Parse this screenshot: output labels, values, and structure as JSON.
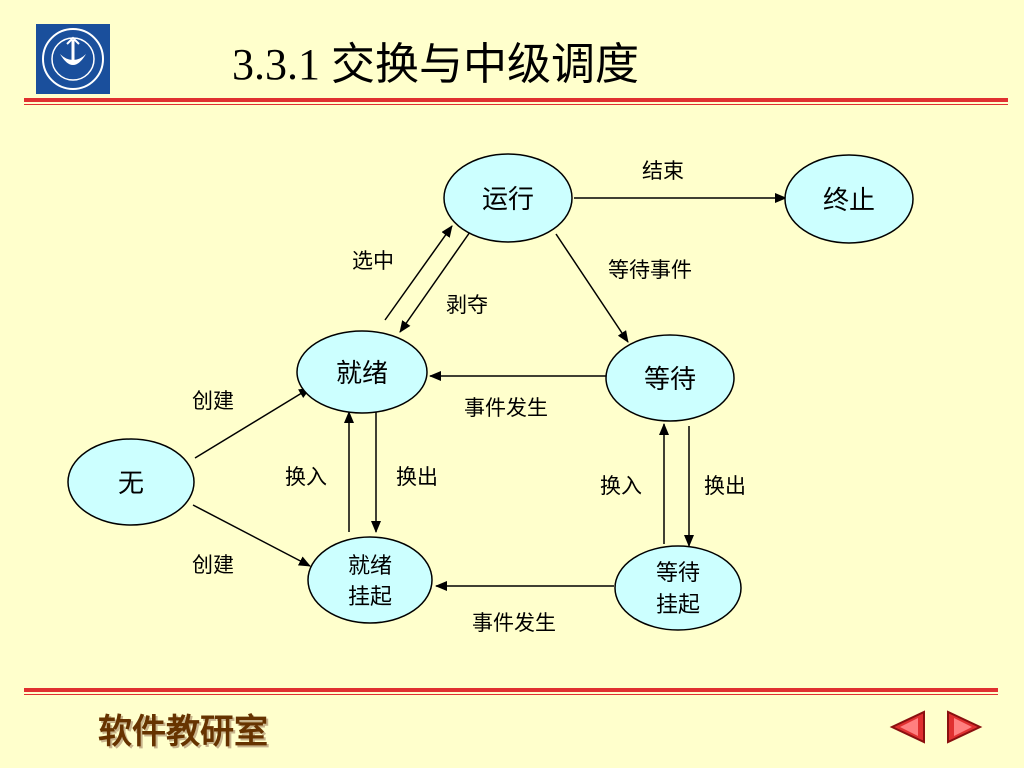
{
  "slide": {
    "title_num": "3.3.1",
    "title_text": "交换与中级调度",
    "footer": "软件教研室"
  },
  "colors": {
    "background": "#ffffcc",
    "node_fill": "#ccffff",
    "rule": "#e03030",
    "footer_text": "#663300",
    "nav_arrow": "#e03030"
  },
  "nodes": {
    "running": "运行",
    "terminated": "终止",
    "ready": "就绪",
    "waiting": "等待",
    "none": "无",
    "ready_suspended": [
      "就绪",
      "挂起"
    ],
    "waiting_suspended": [
      "等待",
      "挂起"
    ]
  },
  "edges": {
    "end": "结束",
    "wait_event": "等待事件",
    "select": "选中",
    "preempt": "剥夺",
    "event_occurs_1": "事件发生",
    "create_1": "创建",
    "swap_in_1": "换入",
    "swap_out_1": "换出",
    "swap_in_2": "换入",
    "swap_out_2": "换出",
    "create_2": "创建",
    "event_occurs_2": "事件发生"
  },
  "icons": {
    "logo": "university-seal-icon",
    "prev": "prev-arrow-icon",
    "next": "next-arrow-icon"
  }
}
